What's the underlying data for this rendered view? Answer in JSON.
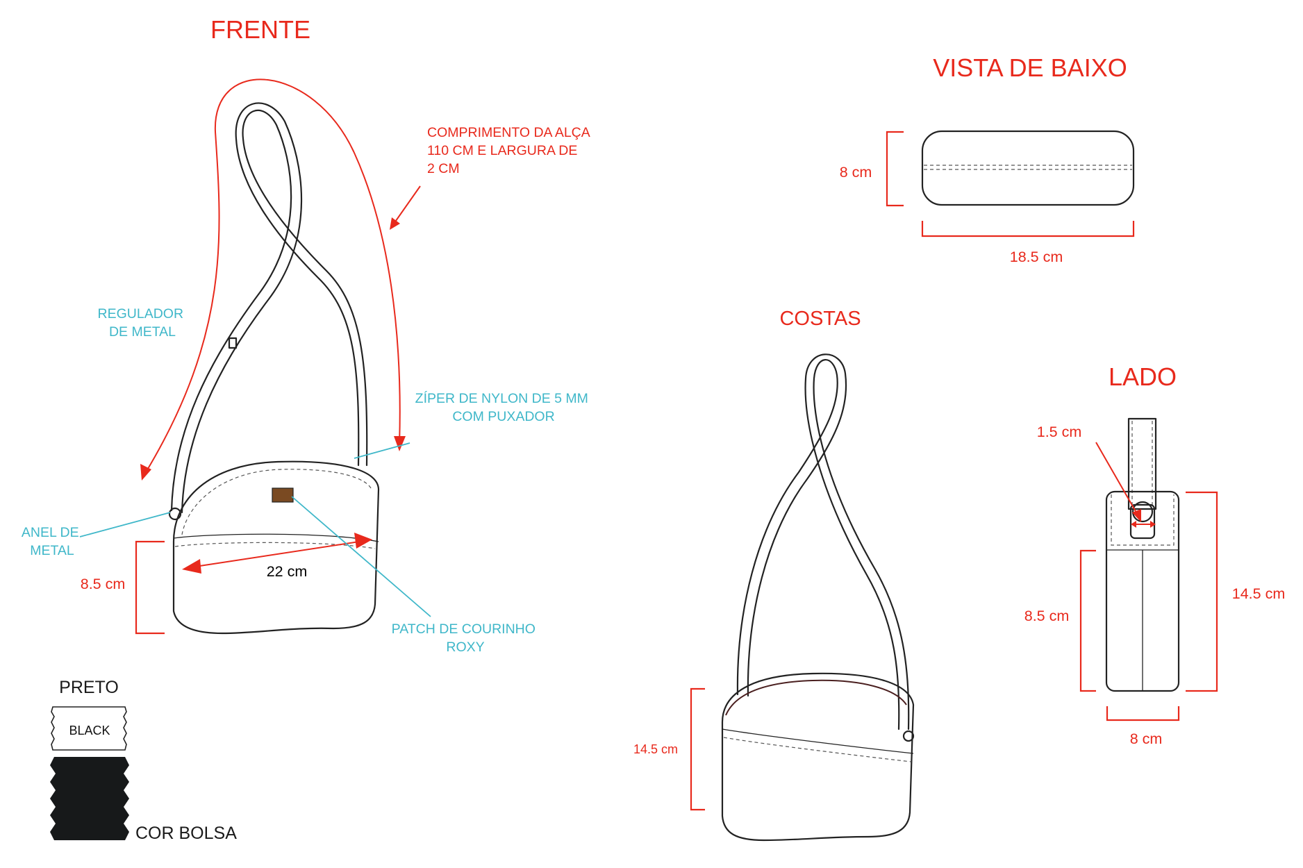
{
  "views": {
    "front": {
      "title": "FRENTE"
    },
    "bottom": {
      "title": "VISTA DE BAIXO"
    },
    "back": {
      "title": "COSTAS"
    },
    "side": {
      "title": "LADO"
    }
  },
  "front_notes": {
    "strap_length": [
      "COMPRIMENTO DA ALÇA",
      "110 CM E LARGURA DE",
      "2 CM"
    ],
    "metal_adjuster": [
      "REGULADOR",
      "DE METAL"
    ],
    "zipper": [
      "ZÍPER DE NYLON DE 5 MM",
      "COM PUXADOR"
    ],
    "metal_ring": [
      "ANEL DE",
      "METAL"
    ],
    "leather_patch": [
      "PATCH DE COURINHO",
      "ROXY"
    ]
  },
  "dimensions": {
    "front_height": "8.5 cm",
    "front_width": "22 cm",
    "bottom_depth": "8 cm",
    "bottom_width": "18.5 cm",
    "back_height": "14.5 cm",
    "side_strap": "1.5 cm",
    "side_body": "8.5 cm",
    "side_total": "14.5 cm",
    "side_width": "8 cm"
  },
  "swatch": {
    "color_name": "PRETO",
    "label": "BLACK",
    "caption": "COR BOLSA",
    "color": "#17191a"
  },
  "colors": {
    "annotation_red": "#e8291c",
    "annotation_blue": "#3fb7c9",
    "line_art": "#222222"
  }
}
